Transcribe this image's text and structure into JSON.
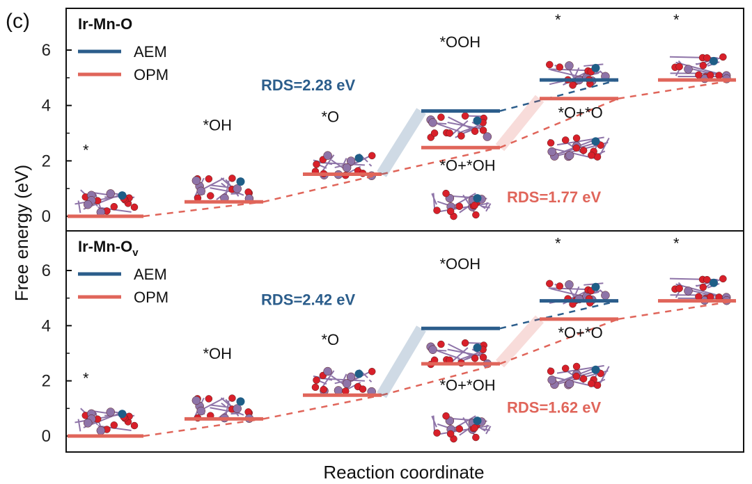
{
  "panel_label": "(c)",
  "colors": {
    "AEM": "#2b5d8b",
    "OPM": "#e0655a",
    "atom_red": "#d8202a",
    "atom_purple": "#8e74a8",
    "atom_blue": "#1f5e87",
    "atom_white": "#f2f2f2"
  },
  "chart_data": [
    {
      "type": "energy_level_diagram",
      "title": "Ir-Mn-O",
      "title_subscript": "",
      "ylabel": "Free energy (eV)",
      "xlabel": "Reaction coordinate",
      "ylim": [
        -0.5,
        7.2
      ],
      "yticks": [
        0,
        2,
        4,
        6
      ],
      "legend": [
        "AEM",
        "OPM"
      ],
      "legend_position": "top-left",
      "series": [
        {
          "name": "AEM",
          "steps": [
            {
              "index": 3,
              "value": 3.8
            },
            {
              "index": 4,
              "value": 4.92
            }
          ]
        },
        {
          "name": "OPM",
          "steps": [
            {
              "index": 0,
              "value": 0.0
            },
            {
              "index": 1,
              "value": 0.52
            },
            {
              "index": 2,
              "value": 1.52
            },
            {
              "index": 3,
              "value": 2.48
            },
            {
              "index": 4,
              "value": 4.25
            },
            {
              "index": 5,
              "value": 4.92
            }
          ]
        }
      ],
      "state_labels": [
        {
          "text": "*",
          "index": 0,
          "position": "above",
          "value": 2.2
        },
        {
          "text": "*OH",
          "index": 1,
          "position": "above",
          "value": 3.1
        },
        {
          "text": "*O",
          "index": 2,
          "position": "above",
          "value": 3.4
        },
        {
          "text": "*OOH",
          "index": 3,
          "position": "above",
          "value": 6.1
        },
        {
          "text": "*O+*OH",
          "index": 3,
          "position": "below",
          "value": 1.65
        },
        {
          "text": "*",
          "index": 4,
          "position": "above",
          "value": 6.9
        },
        {
          "text": "*O+*O",
          "index": 4,
          "position": "below",
          "value": 3.55
        },
        {
          "text": "*",
          "index": 5,
          "position": "above",
          "value": 6.9
        }
      ],
      "annotations": [
        {
          "text": "RDS=2.28 eV",
          "series": "AEM",
          "value": 4.55
        },
        {
          "text": "RDS=1.77 eV",
          "series": "OPM",
          "value": 0.5
        }
      ],
      "molecule_values": [
        0.55,
        1.05,
        1.9,
        3.25,
        5.15,
        5.4,
        2.5,
        0.45
      ]
    },
    {
      "type": "energy_level_diagram",
      "title": "Ir-Mn-O",
      "title_subscript": "v",
      "ylabel": "Free energy (eV)",
      "xlabel": "Reaction coordinate",
      "ylim": [
        -0.5,
        7.2
      ],
      "yticks": [
        0,
        2,
        4,
        6
      ],
      "legend": [
        "AEM",
        "OPM"
      ],
      "legend_position": "top-left",
      "series": [
        {
          "name": "AEM",
          "steps": [
            {
              "index": 3,
              "value": 3.9
            },
            {
              "index": 4,
              "value": 4.9
            }
          ]
        },
        {
          "name": "OPM",
          "steps": [
            {
              "index": 0,
              "value": 0.0
            },
            {
              "index": 1,
              "value": 0.62
            },
            {
              "index": 2,
              "value": 1.48
            },
            {
              "index": 3,
              "value": 2.62
            },
            {
              "index": 4,
              "value": 4.24
            },
            {
              "index": 5,
              "value": 4.9
            }
          ]
        }
      ],
      "state_labels": [
        {
          "text": "*",
          "index": 0,
          "position": "above",
          "value": 1.9
        },
        {
          "text": "*OH",
          "index": 1,
          "position": "above",
          "value": 2.8
        },
        {
          "text": "*O",
          "index": 2,
          "position": "above",
          "value": 3.3
        },
        {
          "text": "*OOH",
          "index": 3,
          "position": "above",
          "value": 6.05
        },
        {
          "text": "*O+*OH",
          "index": 3,
          "position": "below",
          "value": 1.65
        },
        {
          "text": "*",
          "index": 4,
          "position": "above",
          "value": 6.8
        },
        {
          "text": "*O+*O",
          "index": 4,
          "position": "below",
          "value": 3.55
        },
        {
          "text": "*",
          "index": 5,
          "position": "above",
          "value": 6.8
        }
      ],
      "annotations": [
        {
          "text": "RDS=2.42 eV",
          "series": "AEM",
          "value": 4.75
        },
        {
          "text": "RDS=1.62 eV",
          "series": "OPM",
          "value": 0.85
        }
      ],
      "molecule_values": [
        0.6,
        1.05,
        2.05,
        3.0,
        5.2,
        5.35,
        2.2,
        0.35
      ]
    }
  ]
}
